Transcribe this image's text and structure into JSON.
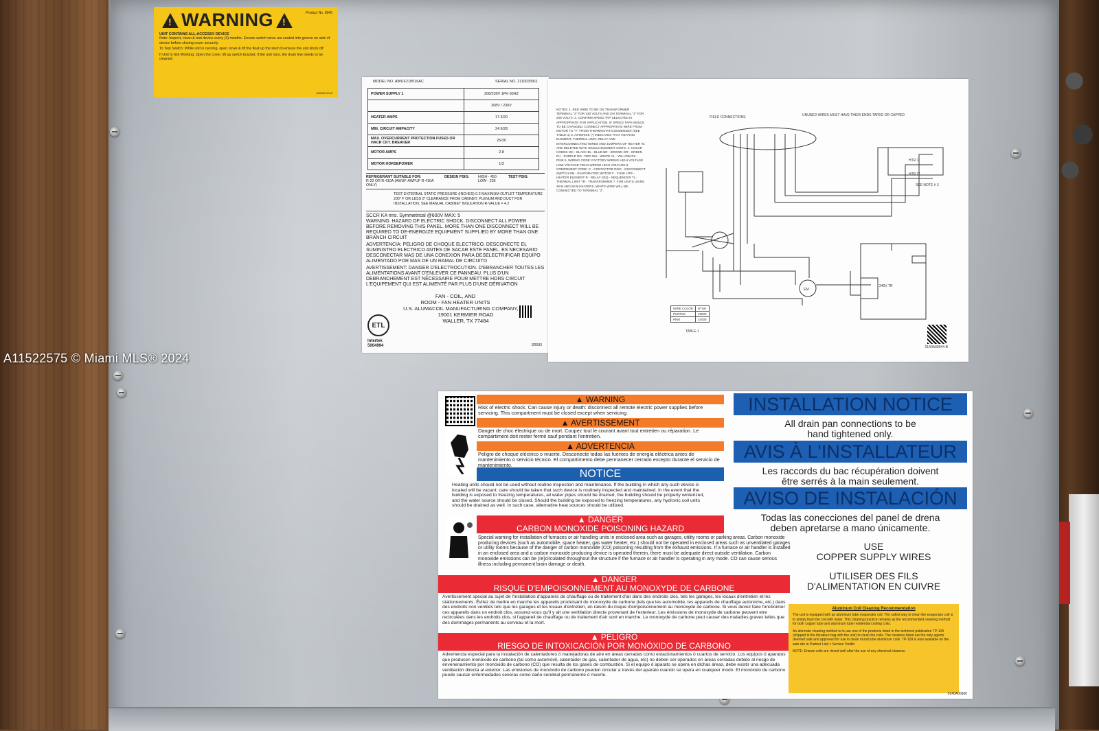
{
  "watermark": "A11522575 © Miami MLS® 2024",
  "yellow_warning": {
    "title": "WARNING",
    "product_no": "Product No. 8040",
    "unit_contains": "UNIT CONTAINS ALL-ACCESS® DEVICE",
    "note": "Note: Inspect, clean & test device every (3) months. Ensure switch wires are seated into groove on side of device before closing cover securely.",
    "test_switch": "To Test Switch: While unit is running, open cover & lift the float up the stem to ensure the unit shuts off.",
    "not_working": "If Unit Is Not Working: Open the cover, lift up switch bracket, if the unit runs, the drain line needs to be cleaned.",
    "code": "#50080-0015"
  },
  "rating_plate": {
    "model_label": "MODEL NO.",
    "model_value": "AWUF218516AC",
    "serial_label": "SERIAL NO.",
    "serial_value": "2110033911",
    "rows": [
      {
        "label": "POWER SUPPLY 1",
        "value": "208/230V 1PH 60HZ"
      },
      {
        "label": "",
        "value": "208V / 230V"
      },
      {
        "label": "HEATER AMPS",
        "value": "17.3/20"
      },
      {
        "label": "MIN. CIRCUIT AMPACITY",
        "value": "24.9/28"
      },
      {
        "label": "MAX. OVERCURRENT PROTECTION FUSES OR HACR CKT. BREAKER",
        "value": "25/30"
      },
      {
        "label": "MOTOR AMPS",
        "value": "2.8"
      },
      {
        "label": "MOTOR HORSEPOWER",
        "value": "1/3"
      }
    ],
    "refrigerant_label": "REFRIGERANT SUITABLE FOR:",
    "refrigerant_value": "R-22 OR R-410A (AWUF-AWFUF R-410A ONLY)",
    "design_psig_label": "DESIGN PSIG:",
    "design_psig_value": "HIGH - 450 LOW - 236",
    "test_psig_label": "TEST PSIG:",
    "static_text": "TEST EXTERNAL STATIC PRESSURE (INCHES) 0.2 MAXIMUM OUTLET TEMPERATURE 200° F OR LESS 0\" CLEARANCE FROM CABINET, PLENUM AND DUCT FOR INSTALLATION, SEE MANUAL CABINET INSULATION R-VALUE = 4.2",
    "sccr": "SCCR KA rms. Symmetrical @600V MAX: 5",
    "warning_en": "WARNING: HAZARD OF ELECTRIC SHOCK. DISCONNECT ALL POWER BEFORE REMOVING THIS PANEL. MORE THAN ONE DISCONNECT WILL BE REQUIRED TO DE-ENERGIZE EQUIPMENT SUPPLIED BY MORE THAN ONE BRANCH CIRCUIT",
    "warning_es": "ADVERTENCIA: PELIGRO DE CHOQUE ELECTRICO. DESCONECTE EL SUMINISTRO ELECTRICO ANTES DE SACAR ESTE PANEL. ES NECESARIO DESCONECTAR MAS DE UNA CONEXION PARA DESELECTRIFICAR EQUIPO ALIMENTADO POR MAS DE UN RAMAL DE CIRCUITO",
    "warning_fr": "AVERTISSEMENT: DANGER D'ELECTROCUTION. D'EBRANCHER TOUTES LES ALIMENTATIONS AVANT D'ENLEVER CE PANNEAU. PLUS D'UN DEBRANCHEMENT EST NÉCESSAIRE POUR METTRE HORS CIRCUIT L'EQUIPEMENT QUI EST ALIMENTÉ PAR PLUS D'UNE DÉRIVATION",
    "fan_line1": "FAN - COIL, AND",
    "fan_line2": "ROOM - FAN HEATER UNITS",
    "company": "U.S. ALUMACOIL MANUFACTURING COMPANY, L.P.",
    "address1": "19001 KERMIER ROAD",
    "address2": "WALLER, TX 77484",
    "etl": "ETL",
    "intertek": "Intertek",
    "intertek_no": "5004994",
    "sr": "SR093"
  },
  "wiring_diagram": {
    "notes": "NOTES: 1. RED WIRE TO BE ON TRANSFORMER TERMINAL \"2\" FOR 230 VOLTS AND ON TERMINAL \"3\" FOR 208 VOLTS. 2. CONFIRM SPEED TAP SELECTED IS APPROPRIATE FOR APPLICATION. IF SPEED TAPS NEEDS TO BE CHANGED, CONNECT APPROPRIATE WIRE FROM MOTOR TO \"Y\" FROM THERMOSTAT/CONDENSER (SEE TABLE-1) 3. ASTERISK (*) INDICATES THAT HEATING ELEMENT, THERMAL LIMIT, RELAY AND INTERCONNECTING WIRES AND JUMPERS OF HEATER #2 ARE DELETED WITH SINGLE ELEMENT UNITS. 4. COLOR CODES: BK - BLACK BL - BLUE BR - BROWN GR - GREEN PU - PURPLE RD - RED WH - WHITE YL - YELLOW PK - PINK 5. WIRING CODE: FACTORY WIRING HIGH VOLTAGE LOW VOLTAGE FIELD WIRING HIGH VOLTAGE 6. COMPONENT CODE: C - CONTACTOR DISC - DISCONNECT SWITCH EM - EVAPORATOR MOTOR F - FUSE HTR - HEATER ELEMENT R - RELAY SEQ - SEQUENCER TL - THERMAL LIMIT TR - TRANSFORMER 7. FOR UNITS USING 3KW AND 5KW HEATERS, WHITE WIRE WILL BE CONNECTED TO TERMINAL \"2\".",
    "label_field": "FIELD CONNECTIONS",
    "label_unused": "UNUSED WIRES MUST HAVE THEIR ENDS TAPED OR CAPPED",
    "label_htr1": "HTR 1",
    "label_htr2": "HTR 2*",
    "label_note3": "SEE NOTE # 3",
    "label_em": "EM",
    "label_tr": "240V TR",
    "table_h1": "WIRE COLOR",
    "table_h2": "BTUH",
    "table_r1a": "PURPLE",
    "table_r1b": "18000",
    "table_r2a": "PINK",
    "table_r2b": "24000",
    "table_label": "TABLE-1",
    "code": "0140A00944-B"
  },
  "notice_label": {
    "warning": "WARNING",
    "warning_text": "Risk of electric shock. Can cause injury or death: disconnect all remote electric power supplies before servicing. This compartment must be closed except when servicing.",
    "avertissement": "AVERTISSEMENT",
    "avertissement_text": "Danger de choc électrique ou de mort. Coupez tout le courant avant tout entretien ou réparation. Le compartiment doit rester fermé sauf pendant l'entretien.",
    "advertencia": "ADVERTENCIA",
    "advertencia_text": "Peligro de choque eléctrico o muerte. Desconecte todas las fuentes de energía eléctrica antes de mantenimiento o servicio técnico. El compartimento debe permanecer cerrado excepto durante el servicio de mantenimiento.",
    "notice": "NOTICE",
    "notice_text": "Heating units should not be used without routine inspection and maintenance. If the building in which any such device is located will be vacant, care should be taken that such device is routinely inspected and maintained. In the event that the building is exposed to freezing temperatures, all water pipes should be drained, the building should be properly winterized, and the water source should be closed. Should the building be exposed to freezing temperatures, any hydronic coil units should be drained as well. In such case, alternative heat sources should be utilized.",
    "danger_en_1": "DANGER",
    "danger_en_2": "CARBON MONOXIDE POISONING HAZARD",
    "danger_en_text": "Special warning for installation of furnaces or air handling units in enclosed area such as garages, utility rooms or parking areas. Carbon monoxide producing devices (such as automobile, space heater, gas water heater, etc.) should not be operated in enclosed areas such as unventilated garages or utility rooms because of the danger of carbon monoxide (CO) poisoning resulting from the exhaust emissions. If a furnace or air handler is installed in an enclosed area and a carbon monoxide producing device is operated therein, there must be adequate direct outside ventilation. Carbon monoxide emissions can be (re)circulated throughout the structure if the furnace or air handler is operating in any mode. CO can cause serious illness including permanent brain damage or death.",
    "danger_fr_1": "DANGER",
    "danger_fr_2": "RISQUE D'EMPOISONNEMENT AU MONOXYDE DE CARBONE",
    "danger_fr_text": "Avertissement special au sujet de l'installation d'appareils de chauffage ou de traitement d'air dans des endroits clos, tels les garages, les locaux d'entretien et les stationnements. Évitez de mettre en marche les appareils produisant du monoxyde de carbone (tels que les automobile, les appareils de chauffage autonome, etc.) dans des endroits non ventilés tels que les garages et les locaux d'entretien, en raison du risque d'empoisonnement au monoxyde de carbone. Si vous devez faire fonctionner ces appareils dans un endroit clos, assurez-vous qu'il y ait une ventilation directe provenant de l'exterieur. Les émissions de monoxyde de carbone peuvent etre recirculées dans les endroits clos, si l'appareil de chauffage ou de traitement d'air sont en marche. Le monoxyde de carbone peut causer des maladies graves telles que des dommages permanents au cerveau et la mort.",
    "peligro_1": "PELIGRO",
    "peligro_2": "RIESGO DE INTOXICACIÓN POR MONÓXIDO DE CARBONO",
    "peligro_text": "Advertencia especial para la instalación de calentadores ó manejadoras de aire en áreas cerradas como estacionamientos ó cuartos de servicio. Los equipos ó aparatos que producen monóxido de carbono (tal como automóvil, calentador de gas, calentador de agua, etc) no deben ser operados en áreas cerradas debido al riesgo de envenenamiento por monóxido de carbono (CO) que resulta de los gases de combustión. Si el equipo ó aparato se opera en dichas áreas, debe existir una adecuada ventilación directa al exterior. Las emisiones de monóxido de carbono pueden circular a través del aparato cuando se opera en cualquier modo. El monóxido de carbono puede causar enfermedades severas como daño cerebral permanente ó muerte.",
    "install_notice": "INSTALLATION NOTICE",
    "install_text_1": "All drain pan connections to be",
    "install_text_2": "hand tightened only.",
    "avis": "AVIS À L'INSTALLATEUR",
    "avis_text_1": "Les raccords du bac récupération doivent",
    "avis_text_2": "être serrés à la main seulement.",
    "aviso": "AVISO DE INSTALACIÓN",
    "aviso_text_1": "Todas las conecciones del panel de drena",
    "aviso_text_2": "deben apretarse a mano únicamente.",
    "use_1": "USE",
    "use_2": "COPPER SUPPLY WIRES",
    "util_1": "UTILISER DES FILS",
    "util_2": "D'ALIMENTATION EN CUIVRE",
    "coil_title": "Aluminum Coil Cleaning Recommendation",
    "coil_text_1": "The unit is equipped with an aluminum tube evaporator coil. The safest way to clean the evaporator coil is to simply flush the coil with water. This cleaning practice remains as the recommended cleaning method for both copper tube and aluminum tube residential cooling coils.",
    "coil_text_2": "An alternate cleaning method is to use one of the products listed in the technical publication TP-109 (shipped in the literature bag with the unit) to clean the coils. The cleaners listed are the only agents deemed safe and approved for use to clean round tube aluminum coils. TP-109 is also available on the web site in Partner Link > Service Toolkit.",
    "coil_note": "NOTE: Ensure coils are rinsed well after the use of any chemical cleaners.",
    "code": "0140A00600"
  }
}
